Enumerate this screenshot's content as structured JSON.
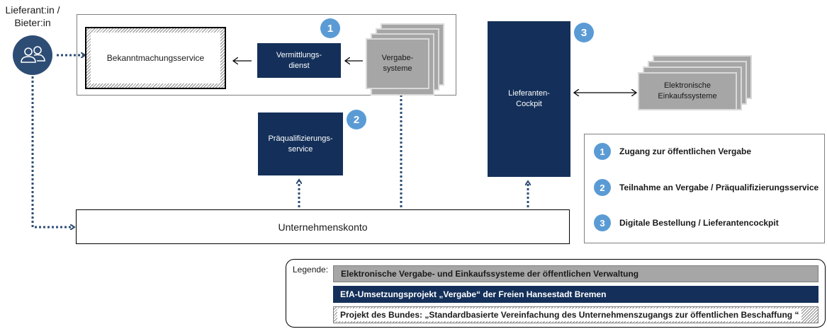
{
  "actor": {
    "label_line1": "Lieferant:in /",
    "label_line2": "Bieter:in"
  },
  "boxes": {
    "bekanntmachung": "Bekanntmachungsservice",
    "vermittlung_line1": "Vermittlungs-",
    "vermittlung_line2": "dienst",
    "vergabe_line1": "Vergabe-",
    "vergabe_line2": "systeme",
    "praequal_line1": "Präqualifizierungs-",
    "praequal_line2": "service",
    "cockpit_line1": "Lieferanten-",
    "cockpit_line2": "Cockpit",
    "einkauf_line1": "Elektronische",
    "einkauf_line2": "Einkaufssysteme",
    "konto": "Unternehmenskonto"
  },
  "badges": {
    "one": "1",
    "two": "2",
    "three": "3"
  },
  "key": [
    {
      "num": "1",
      "text": "Zugang zur öffentlichen Vergabe"
    },
    {
      "num": "2",
      "text": "Teilnahme an Vergabe / Präqualifizierungsservice"
    },
    {
      "num": "3",
      "text": "Digitale Bestellung / Lieferantencockpit"
    }
  ],
  "legend": {
    "title": "Legende:",
    "grey": "Elektronische Vergabe- und Einkaufssysteme der öffentlichen Verwaltung",
    "navy": "EfA-Umsetzungsprojekt „Vergabe“ der Freien Hansestadt Bremen",
    "hatch": "Projekt des Bundes: „Standardbasierte Vereinfachung des Unternehmenszugangs zur öffentlichen Beschaffung “"
  },
  "colors": {
    "navy": "#14305a",
    "grey": "#a6a6a6",
    "badge": "#5b9bd5",
    "actor": "#2e4d75"
  }
}
